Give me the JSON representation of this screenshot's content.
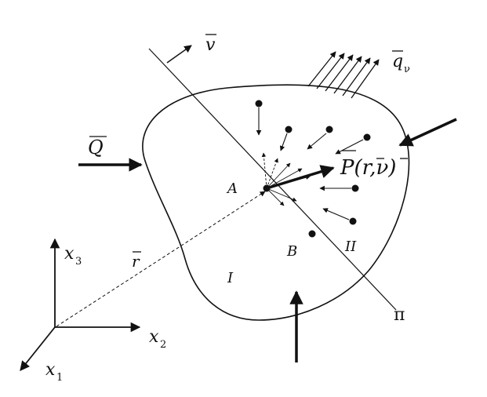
{
  "diagram": {
    "labels": {
      "v": "v",
      "q": "q",
      "q_sub": "ν",
      "Q": "Q",
      "P": "P(r,ν)",
      "A": "A",
      "B": "B",
      "I": "I",
      "II": "II",
      "r": "r",
      "pi": "π",
      "x1": "x",
      "x1_sub": "1",
      "x2": "x",
      "x2_sub": "2",
      "x3": "x",
      "x3_sub": "3"
    },
    "colors": {
      "ink": "#111111",
      "background": "#ffffff"
    }
  }
}
